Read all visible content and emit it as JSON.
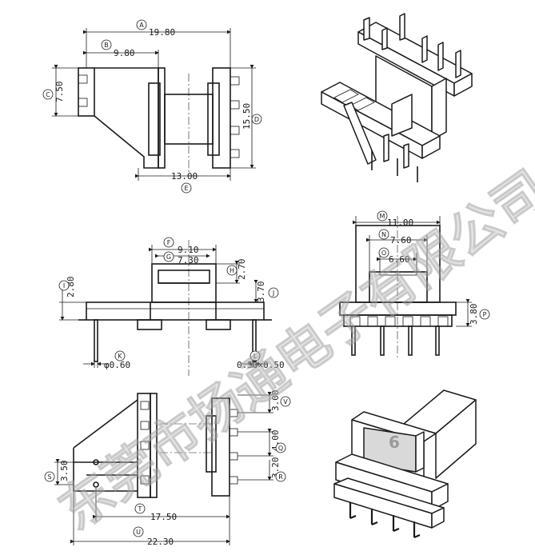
{
  "watermark": "东莞市扬通电子有限公司",
  "badge": "6",
  "dimensions": {
    "A": "19.80",
    "B": "9.80",
    "C": "7.50",
    "D": "15.50",
    "E": "13.00",
    "F": "9.10",
    "G": "7.30",
    "H": "2.70",
    "I": "2.80",
    "J": "3.70",
    "K": "φ0.60",
    "L": "0.50×0.50",
    "M": "11.00",
    "N": "7.60",
    "O": "6.60",
    "P": "3.80",
    "V": "3.00",
    "Q": "4.00",
    "R": "3.20",
    "S": "3.50",
    "T": "17.50",
    "U": "22.30"
  },
  "letters": {
    "A": "A",
    "B": "B",
    "C": "C",
    "D": "D",
    "E": "E",
    "F": "F",
    "G": "G",
    "H": "H",
    "I": "I",
    "J": "J",
    "K": "K",
    "L": "L",
    "M": "M",
    "N": "N",
    "O": "O",
    "P": "P",
    "V": "V",
    "Q": "Q",
    "R": "R",
    "S": "S",
    "T": "T",
    "U": "U"
  }
}
